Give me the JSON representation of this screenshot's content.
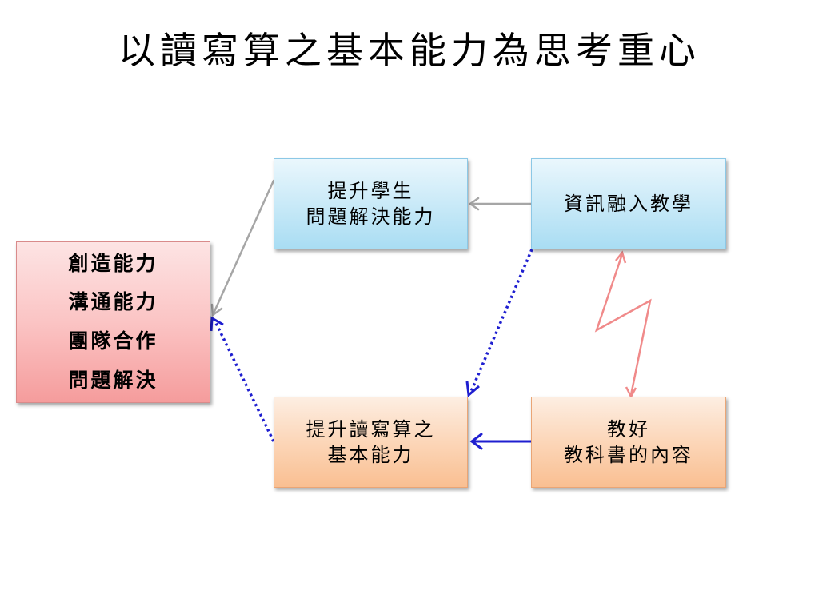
{
  "slide": {
    "title": "以讀寫算之基本能力為思考重心"
  },
  "boxes": {
    "problem_solving": {
      "lines": [
        "提升學生",
        "問題解決能力"
      ],
      "color": "#a9ddf3"
    },
    "it_integration": {
      "lines": [
        "資訊融入教學"
      ],
      "color": "#a9ddf3"
    },
    "core_skills": {
      "lines": [
        "創造能力",
        "溝通能力",
        "團隊合作",
        "問題解決"
      ],
      "color": "#f59c9c"
    },
    "reading_writing": {
      "lines": [
        "提升讀寫算之",
        "基本能力"
      ],
      "color": "#f9bf92"
    },
    "textbook": {
      "lines": [
        "教好",
        "教科書的內容"
      ],
      "color": "#f9bf92"
    }
  },
  "connectors": {
    "gray_arrow_color": "#a6a6a6",
    "dotted_arrow_color": "#1f1fd0",
    "solid_arrow_color": "#1f1fd0",
    "lightning_color": "#f08a8a"
  }
}
